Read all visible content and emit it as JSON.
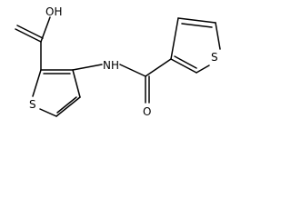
{
  "molecule": {
    "atom_labels": {
      "hydroxyl": "OH",
      "amide_nh": "NH",
      "carbonyl_oxygen": "O",
      "sulfur_left": "S",
      "sulfur_right": "S"
    },
    "colors": {
      "bond": "#000000",
      "label": "#000000",
      "background": "#ffffff"
    }
  }
}
